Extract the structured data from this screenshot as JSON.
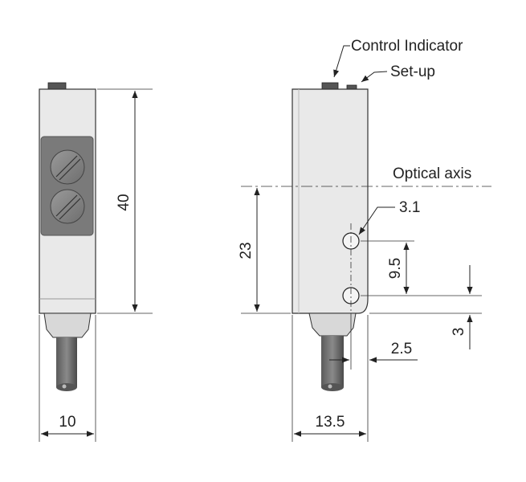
{
  "labels": {
    "control_indicator": "Control Indicator",
    "setup": "Set-up",
    "optical_axis": "Optical axis"
  },
  "dimensions": {
    "height": "40",
    "width_front": "10",
    "width_side": "13.5",
    "axis_height": "23",
    "hole_dia": "3.1",
    "hole_pitch": "9.5",
    "hole_offset_bottom": "3",
    "hole_offset_edge": "2.5"
  }
}
